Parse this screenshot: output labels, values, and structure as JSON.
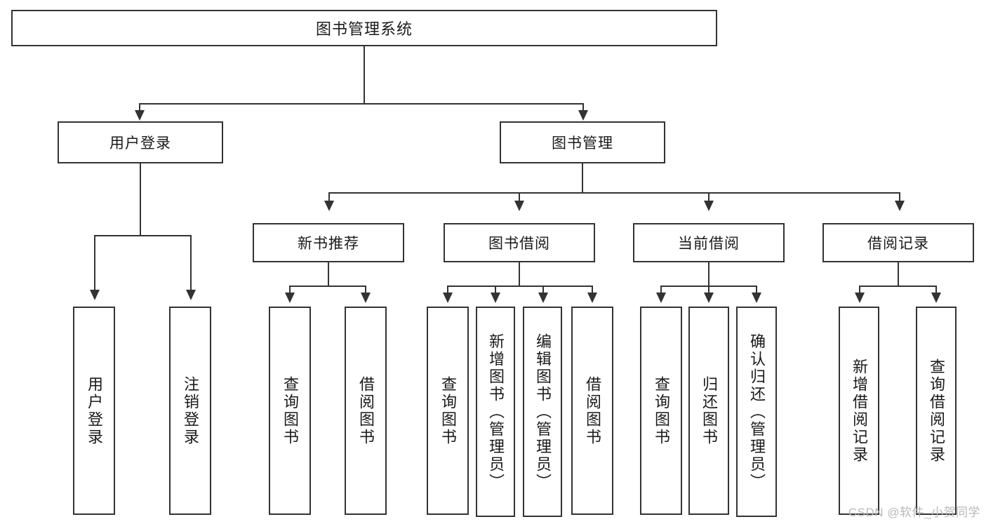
{
  "diagram": {
    "title": "图书管理系统",
    "type": "tree-hierarchy-diagram",
    "root": {
      "label": "图书管理系统"
    },
    "level2": [
      {
        "label": "用户登录"
      },
      {
        "label": "图书管理"
      }
    ],
    "level3": [
      {
        "label": "新书推荐"
      },
      {
        "label": "图书借阅"
      },
      {
        "label": "当前借阅"
      },
      {
        "label": "借阅记录"
      }
    ],
    "leaves": {
      "user_login": [
        {
          "label": "用户登录"
        },
        {
          "label": "注销登录"
        }
      ],
      "new_book_recommend": [
        {
          "label": "查询图书"
        },
        {
          "label": "借阅图书"
        }
      ],
      "book_borrow": [
        {
          "label": "查询图书"
        },
        {
          "label": "新增图书（管理员）"
        },
        {
          "label": "编辑图书（管理员）"
        },
        {
          "label": "借阅图书"
        }
      ],
      "current_borrow": [
        {
          "label": "查询图书"
        },
        {
          "label": "归还图书"
        },
        {
          "label": "确认归还（管理员）"
        }
      ],
      "borrow_record": [
        {
          "label": "新增借阅记录"
        },
        {
          "label": "查询借阅记录"
        }
      ]
    }
  },
  "watermark": {
    "text": "CSDN @软件_小贺同学"
  },
  "colors": {
    "stroke": "#333333",
    "fill": "#ffffff",
    "text": "#1a1a1a",
    "watermark": "#b9b9b9"
  }
}
